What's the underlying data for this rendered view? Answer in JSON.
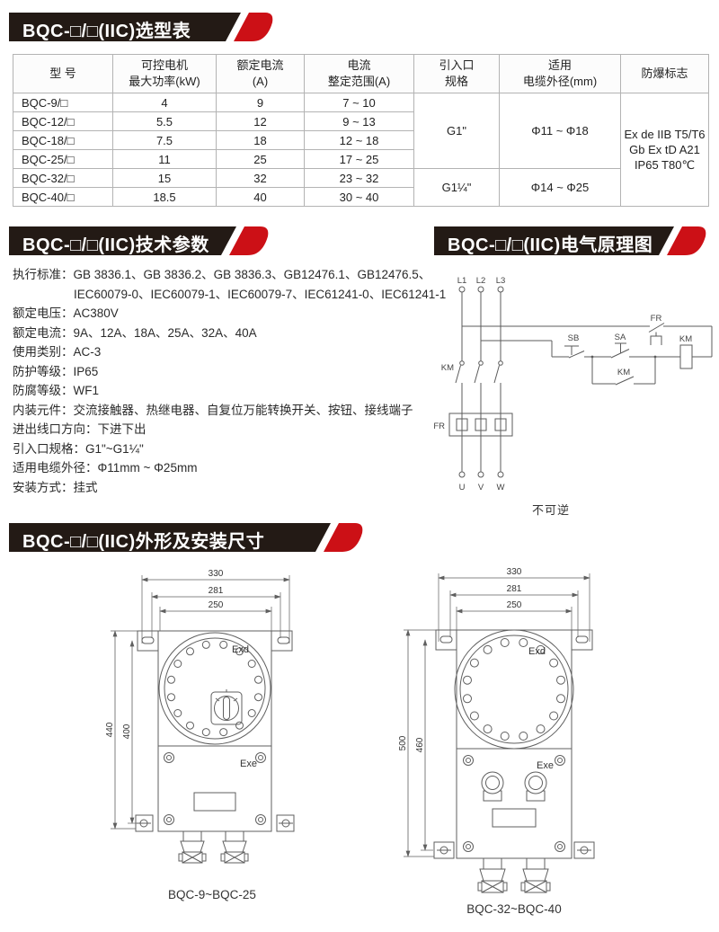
{
  "colors": {
    "banner_black": "#231a15",
    "accent_red": "#cc1016",
    "line_gray": "#5b5b5b",
    "table_border": "#b3b3b3"
  },
  "sections": {
    "selection_title": "BQC-□/□(IIC)选型表",
    "params_title": "BQC-□/□(IIC)技术参数",
    "schematic_title": "BQC-□/□(IIC)电气原理图",
    "dimensions_title": "BQC-□/□(IIC)外形及安装尺寸"
  },
  "selection_table": {
    "headers": {
      "model": "型 号",
      "power": "可控电机\n最大功率(kW)",
      "current": "额定电流\n(A)",
      "range": "电流\n整定范围(A)",
      "inlet": "引入口\n规格",
      "cable": "适用\n电缆外径(mm)",
      "mark": "防爆标志"
    },
    "rows": [
      {
        "model": "BQC-9/□",
        "power": "4",
        "current": "9",
        "range": "7 ~ 10"
      },
      {
        "model": "BQC-12/□",
        "power": "5.5",
        "current": "12",
        "range": "9 ~ 13"
      },
      {
        "model": "BQC-18/□",
        "power": "7.5",
        "current": "18",
        "range": "12 ~ 18"
      },
      {
        "model": "BQC-25/□",
        "power": "11",
        "current": "25",
        "range": "17 ~ 25"
      },
      {
        "model": "BQC-32/□",
        "power": "15",
        "current": "32",
        "range": "23 ~ 32"
      },
      {
        "model": "BQC-40/□",
        "power": "18.5",
        "current": "40",
        "range": "30 ~ 40"
      }
    ],
    "inlet_groups": [
      {
        "spec": "G1\"",
        "cable": "Φ11 ~ Φ18"
      },
      {
        "spec": "G1¼\"",
        "cable": "Φ14 ~ Φ25"
      }
    ],
    "ex_mark": [
      "Ex de IIB T5/T6",
      "Gb Ex tD A21",
      "IP65 T80℃"
    ]
  },
  "tech_params": {
    "items": [
      {
        "label": "执行标准：",
        "value": "GB 3836.1、GB 3836.2、GB 3836.3、GB12476.1、GB12476.5、",
        "value2": "IEC60079-0、IEC60079-1、IEC60079-7、IEC61241-0、IEC61241-1"
      },
      {
        "label": "额定电压：",
        "value": "AC380V"
      },
      {
        "label": "额定电流：",
        "value": "9A、12A、18A、25A、32A、40A"
      },
      {
        "label": "使用类别：",
        "value": "AC-3"
      },
      {
        "label": "防护等级：",
        "value": "IP65"
      },
      {
        "label": "防腐等级：",
        "value": "WF1"
      },
      {
        "label": "内装元件：",
        "value": "交流接触器、热继电器、自复位万能转换开关、按钮、接线端子"
      },
      {
        "label": "进出线口方向：",
        "value": "下进下出"
      },
      {
        "label": "引入口规格：",
        "value": "G1\"~G1¼\""
      },
      {
        "label": "适用电缆外径：",
        "value": "Φ11mm ~ Φ25mm"
      },
      {
        "label": "安装方式：",
        "value": "挂式"
      }
    ]
  },
  "schematic": {
    "l1": "L1",
    "l2": "L2",
    "l3": "L3",
    "km_main": "KM",
    "fr_main": "FR",
    "sb": "SB",
    "sa": "SA",
    "fr_ctrl": "FR",
    "km_coil": "KM",
    "km_aux": "KM",
    "u": "U",
    "v": "V",
    "w": "W",
    "caption": "不可逆"
  },
  "drawings": {
    "left": {
      "dim_330": "330",
      "dim_281": "281",
      "dim_250": "250",
      "dim_v_outer": "440",
      "dim_v_inner": "400",
      "flange_label": "Exd",
      "box_label": "Exe",
      "caption": "BQC-9~BQC-25"
    },
    "right": {
      "dim_330": "330",
      "dim_281": "281",
      "dim_250": "250",
      "dim_v_outer": "500",
      "dim_v_inner": "460",
      "flange_label": "Exd",
      "box_label": "Exe",
      "caption": "BQC-32~BQC-40"
    }
  }
}
